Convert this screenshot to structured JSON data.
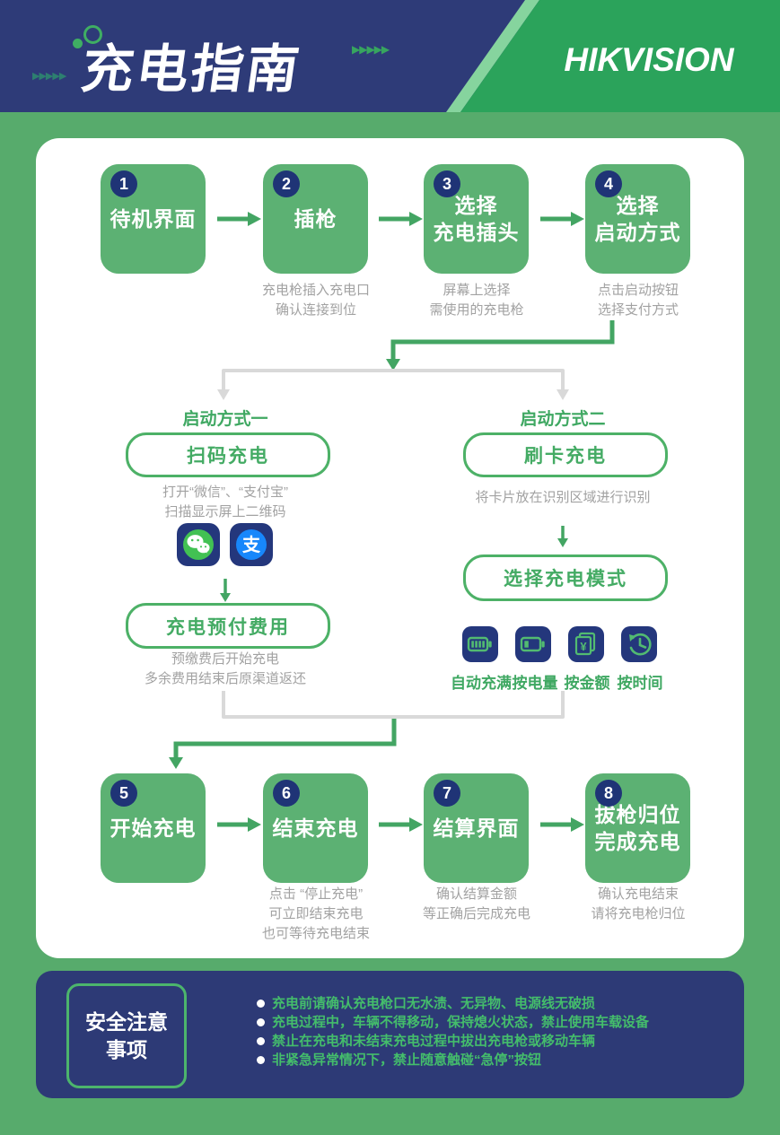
{
  "header": {
    "title": "充电指南",
    "brand": "HIKVISION"
  },
  "steps": [
    {
      "num": "1",
      "title": "待机界面",
      "caption": ""
    },
    {
      "num": "2",
      "title": "插枪",
      "caption": "充电枪插入充电口\n确认连接到位"
    },
    {
      "num": "3",
      "title": "选择\n充电插头",
      "caption": "屏幕上选择\n需使用的充电枪"
    },
    {
      "num": "4",
      "title": "选择\n启动方式",
      "caption": "点击启动按钮\n选择支付方式"
    },
    {
      "num": "5",
      "title": "开始充电",
      "caption": ""
    },
    {
      "num": "6",
      "title": "结束充电",
      "caption": "点击 “停止充电”\n可立即结束充电\n也可等待充电结束"
    },
    {
      "num": "7",
      "title": "结算界面",
      "caption": "确认结算金额\n等正确后完成充电"
    },
    {
      "num": "8",
      "title": "拔枪归位\n完成充电",
      "caption": "确认充电结束\n请将充电枪归位"
    }
  ],
  "branch_left": {
    "label": "启动方式一",
    "box1": "扫码充电",
    "caption1": "打开“微信”、“支付宝”\n扫描显示屏上二维码",
    "icons": [
      {
        "name": "wechat-icon"
      },
      {
        "name": "alipay-icon"
      }
    ],
    "alipay_glyph": "支",
    "box2": "充电预付费用",
    "caption2": "预缴费后开始充电\n多余费用结束后原渠道返还"
  },
  "branch_right": {
    "label": "启动方式二",
    "box1": "刷卡充电",
    "caption1": "将卡片放在识别区域进行识别",
    "box2": "选择充电模式",
    "modes": [
      {
        "label": "自动充满",
        "icon": "battery-full-icon"
      },
      {
        "label": "按电量",
        "icon": "battery-level-icon"
      },
      {
        "label": "按金额",
        "icon": "money-icon",
        "glyph": "¥"
      },
      {
        "label": "按时间",
        "icon": "timer-icon"
      }
    ]
  },
  "safety": {
    "title": "安全注意\n事项",
    "bullets": [
      "充电前请确认充电枪口无水渍、无异物、电源线无破损",
      "充电过程中，车辆不得移动，保持熄火状态，禁止使用车载设备",
      "禁止在充电和未结束充电过程中拔出充电枪或移动车辆",
      "非紧急异常情况下，禁止随意触碰“急停”按钮"
    ]
  },
  "colors": {
    "background_green": "#57ab6c",
    "header_navy": "#2e3b78",
    "brand_green": "#2ba35b",
    "box_green": "#5cb173",
    "badge_navy": "#1f3476",
    "arrow_green": "#43a563",
    "outline_green": "#4db167",
    "text_green": "#3fa862",
    "caption_gray": "#a2a2a2",
    "connector_gray": "#d9d9d9",
    "icon_navy": "#24377c",
    "wechat_green": "#42c153",
    "alipay_blue": "#1787fb"
  }
}
